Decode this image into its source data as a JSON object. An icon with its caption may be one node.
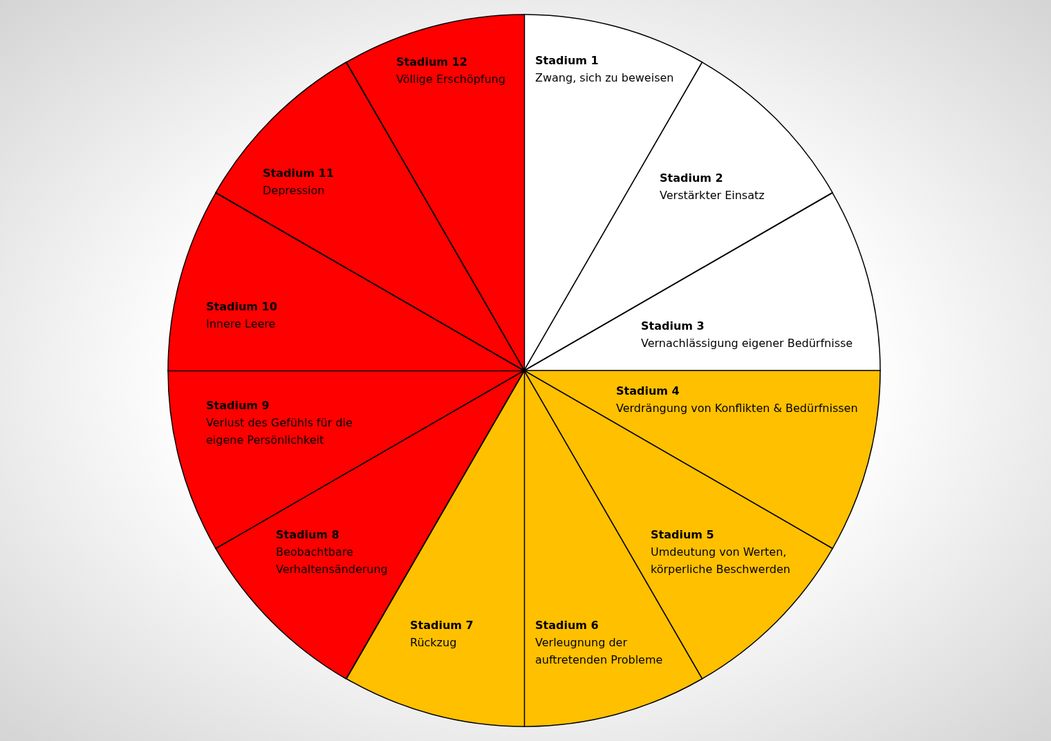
{
  "diagram": {
    "nodes": [
      {
        "text": [
          "Stadium 1",
          "Zwang, sich zu beweisen"
        ]
      },
      {
        "text": [
          "Stadium 2",
          "Verstärkter Einsatz"
        ]
      },
      {
        "text": [
          "Stadium 3",
          "Vernachlässigung eigener Bedürfnisse"
        ]
      },
      {
        "text": [
          "Stadium 4",
          "Verdrängung von Konflikten & Bedürfnissen"
        ]
      },
      {
        "text": [
          "Stadium 5",
          "Umdeutung von Werten, körperliche Beschwerden"
        ]
      },
      {
        "text": [
          "Stadium 6",
          "Verleugnung der auftretenden Probleme"
        ]
      },
      {
        "text": [
          "Stadium 7",
          "Rückzug"
        ]
      },
      {
        "text": [
          "Stadium 8",
          "Beobachtbare Verhaltensänderung"
        ]
      },
      {
        "text": [
          "Stadium 9",
          "Verlust des Gefühls für die eigene Persönlichkeit"
        ]
      },
      {
        "text": [
          "Stadium 10",
          "Innere Leere"
        ]
      },
      {
        "text": [
          "Stadium 11",
          "Depression"
        ]
      },
      {
        "text": [
          "Stadium 12",
          "Völlige Erschöpfung"
        ]
      }
    ]
  }
}
